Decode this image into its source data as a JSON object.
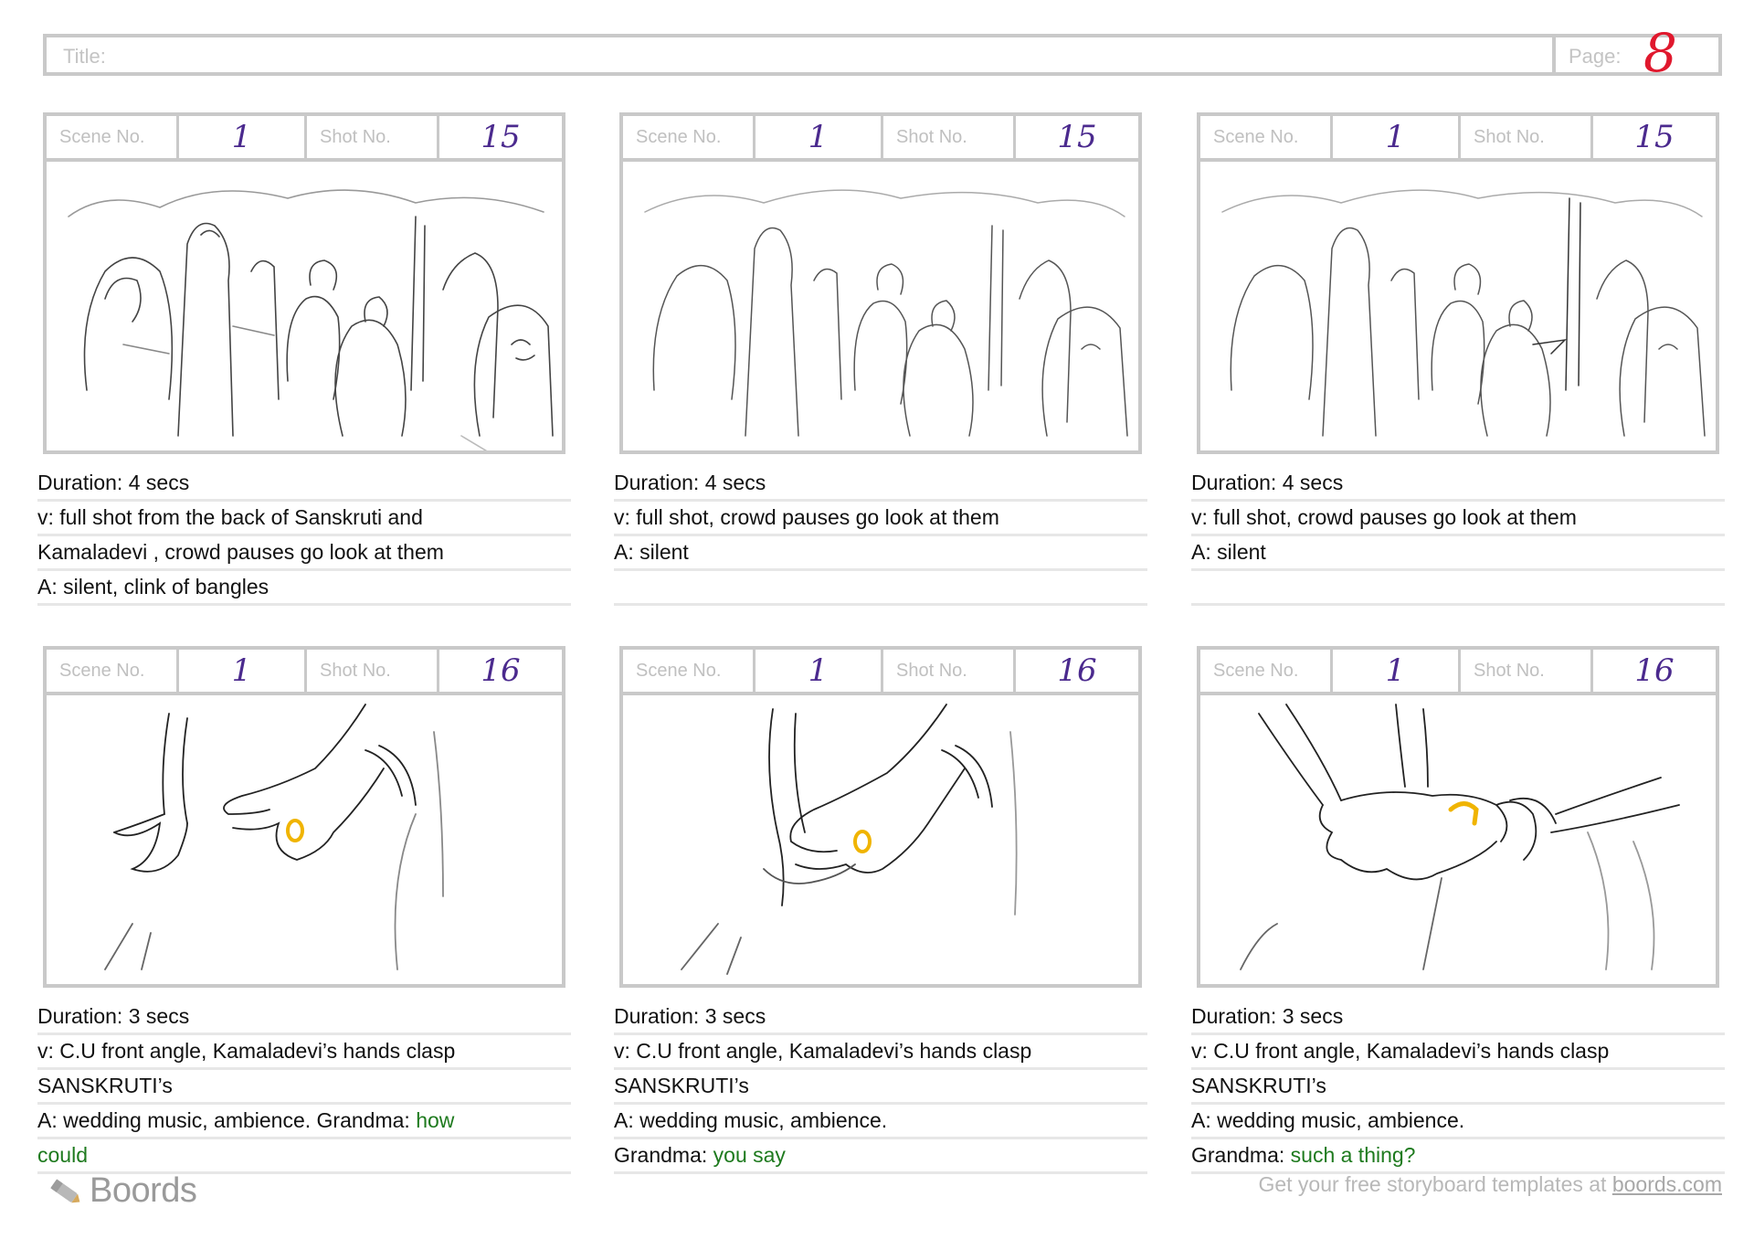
{
  "header": {
    "title_label": "Title:",
    "page_label": "Page:",
    "page_number": "8"
  },
  "panel_labels": {
    "scene": "Scene No.",
    "shot": "Shot No."
  },
  "panels": [
    {
      "scene": "1",
      "shot": "15",
      "lines": [
        "Duration: 4 secs",
        "v: full shot from the back of Sanskruti and",
        "Kamaladevi , crowd pauses go look at them",
        " A: silent, clink of bangles"
      ]
    },
    {
      "scene": "1",
      "shot": "15",
      "lines": [
        "Duration: 4 secs",
        "v: full shot, crowd pauses go look at them",
        " A: silent",
        ""
      ]
    },
    {
      "scene": "1",
      "shot": "15",
      "lines": [
        "Duration: 4 secs",
        "v: full shot, crowd pauses go look at them",
        " A: silent",
        ""
      ]
    },
    {
      "scene": "1",
      "shot": "16",
      "lines": [
        "Duration: 3 secs",
        "v: C.U front angle, Kamaladevi’s hands clasp",
        "SANSKRUTI’s",
        " A: wedding music, ambience. Grandma: "
      ],
      "dialogue": [
        "how",
        "could"
      ]
    },
    {
      "scene": "1",
      "shot": "16",
      "lines": [
        "Duration: 3 secs",
        "v: C.U front angle, Kamaladevi’s hands clasp",
        "SANSKRUTI’s",
        " A: wedding music, ambience.",
        "Grandma: "
      ],
      "dialogue": [
        "you say"
      ]
    },
    {
      "scene": "1",
      "shot": "16",
      "lines": [
        "Duration: 3 secs",
        "v: C.U front angle, Kamaladevi’s hands clasp",
        "SANSKRUTI’s",
        " A: wedding music, ambience.",
        "Grandma:  "
      ],
      "dialogue": [
        "such a thing?"
      ]
    }
  ],
  "brand": {
    "name": "Boords",
    "logo_icon": "pencil-icon"
  },
  "footer": {
    "text": "Get your free storyboard templates at ",
    "link": "boords.com"
  },
  "colors": {
    "frame_border": "#c9c9c9",
    "handwriting": "#4b2a8e",
    "page_number": "#e0182d",
    "dialogue": "#1e7a1e",
    "ring": "#f0b400"
  }
}
